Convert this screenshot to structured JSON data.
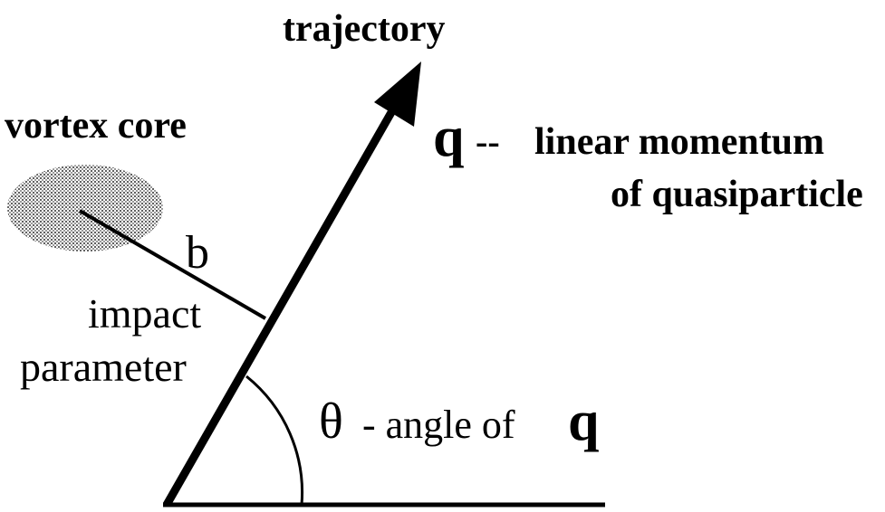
{
  "labels": {
    "trajectory": "trajectory",
    "vortex_core": "vortex core",
    "q_symbol": "q",
    "q_sep": "--",
    "momentum_line1": "linear momentum",
    "momentum_line2": "of quasiparticle",
    "b": "b",
    "impact_line1": "impact",
    "impact_line2": "parameter",
    "theta": "θ",
    "angle_text": "- angle of",
    "q_symbol_2": "q"
  },
  "colors": {
    "ink": "#000000",
    "core_fill": "#bdbdbd",
    "background": "#ffffff"
  }
}
